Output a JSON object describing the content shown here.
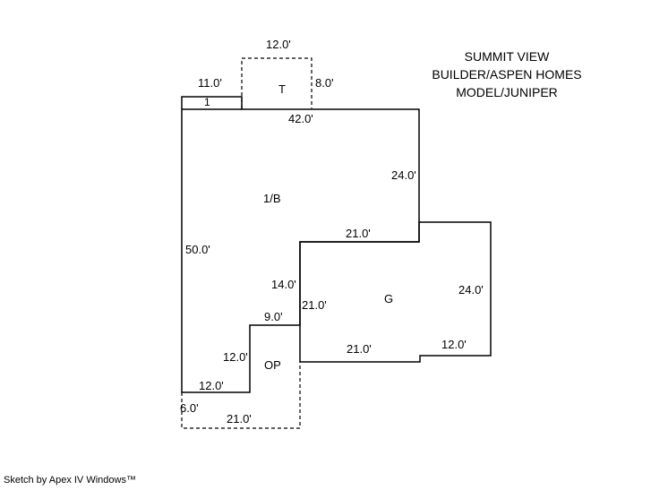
{
  "title": {
    "lines": [
      "SUMMIT VIEW",
      "BUILDER/ASPEN HOMES",
      "MODEL/JUNIPER"
    ]
  },
  "footer": {
    "credit": "Sketch by Apex IV Windows™"
  },
  "area_labels": {
    "t": "T",
    "main": "1/B",
    "garage": "G",
    "porch": "OP",
    "bump": "1"
  },
  "dimensions": {
    "t_width": "12.0'",
    "t_height": "8.0'",
    "bump_width": "11.0'",
    "main_top": "42.0'",
    "main_right": "24.0'",
    "main_left": "50.0'",
    "inner_top": "21.0'",
    "inner_right": "14.0'",
    "garage_left": "21.0'",
    "jog_width": "9.0'",
    "garage_right": "24.0'",
    "porch_wall": "12.0'",
    "main_bottom": "12.0'",
    "garage_bottom_left": "21.0'",
    "garage_bottom_right": "12.0'",
    "porch_left": "6.0'",
    "porch_bottom": "21.0'"
  }
}
